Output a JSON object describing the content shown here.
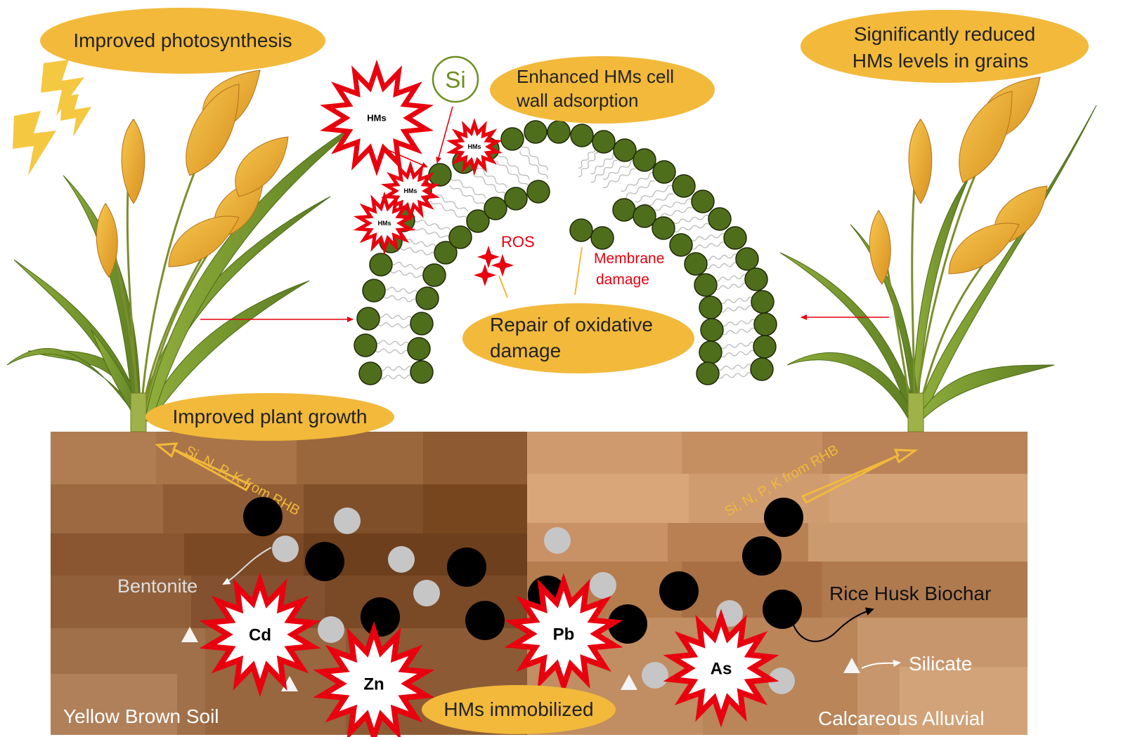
{
  "labels": {
    "improved_photosynthesis": "Improved photosynthesis",
    "si": "Si",
    "cell_wall_line1": "Enhanced HMs cell",
    "cell_wall_line2": "wall adsorption",
    "reduced_line1": "Significantly reduced",
    "reduced_line2": "HMs levels in grains",
    "hms": "HMs",
    "ros": "ROS",
    "membrane_line1": "Membrane",
    "membrane_line2": "damage",
    "repair_line1": "Repair of oxidative",
    "repair_line2": "damage",
    "improved_growth": "Improved plant growth",
    "nutrients": "Si, N, P, K from RHB",
    "bentonite": "Bentonite",
    "rice_husk_biochar": "Rice Husk Biochar",
    "silicate": "Silicate",
    "hms_immobilized": "HMs immobilized",
    "yellow_brown_soil": "Yellow Brown Soil",
    "calcareous_alluvial": "Calcareous Alluvial"
  },
  "metals": [
    "Cd",
    "Zn",
    "Pb",
    "As"
  ],
  "colors": {
    "label_fill": "#f2b93b",
    "bead_fill": "#4f6e1c",
    "alert_red": "#e8000e",
    "arrow_gold": "#f2b93b",
    "soil_dark": "#8e5e3a",
    "soil_light": "#c99568",
    "biochar": "#000000",
    "bentonite": "#c6c6c6",
    "wheat_gold": "#e7a52a",
    "leaf_green": "#6f8e2b"
  }
}
